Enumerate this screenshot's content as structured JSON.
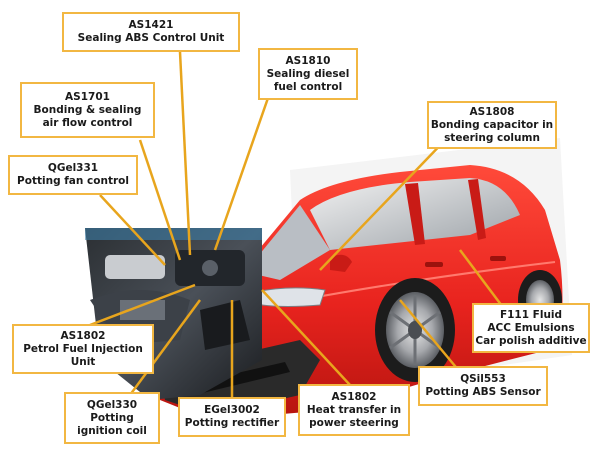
{
  "colors": {
    "callout_border": "#f2b742",
    "leader_line": "#e8a51d",
    "car_body": "#e8231e"
  },
  "callouts": [
    {
      "code": "AS1421",
      "lines": [
        "Sealing ABS Control Unit"
      ]
    },
    {
      "code": "AS1810",
      "lines": [
        "Sealing diesel",
        "fuel control"
      ]
    },
    {
      "code": "AS1701",
      "lines": [
        "Bonding & sealing",
        "air flow control"
      ]
    },
    {
      "code": "AS1808",
      "lines": [
        "Bonding capacitor in",
        "steering column"
      ]
    },
    {
      "code": "QGel331",
      "lines": [
        "Potting fan control"
      ]
    },
    {
      "code": "F111 Fluid",
      "lines": [
        "ACC Emulsions",
        "Car polish additive"
      ]
    },
    {
      "code": "AS1802",
      "lines": [
        "Petrol Fuel Injection",
        "Unit"
      ]
    },
    {
      "code": "QSil553",
      "lines": [
        "Potting ABS Sensor"
      ]
    },
    {
      "code": "QGel330",
      "lines": [
        "Potting",
        "ignition coil"
      ]
    },
    {
      "code": "EGel3002",
      "lines": [
        "Potting rectifier"
      ]
    },
    {
      "code": "AS1802",
      "lines": [
        "Heat transfer in",
        "power steering"
      ]
    }
  ]
}
